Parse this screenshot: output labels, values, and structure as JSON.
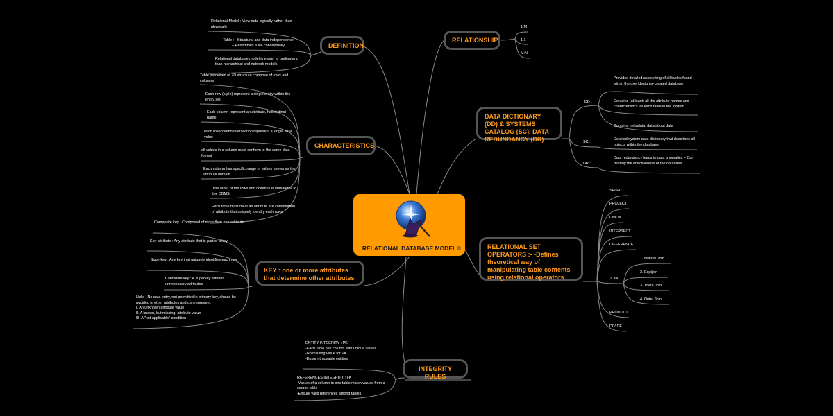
{
  "root": {
    "title": "RELATIONAL DATABASE MODEL",
    "note_icon": "note-icon",
    "logo": "wizard-hat-crystal-ball"
  },
  "topics": {
    "definition": "DEFINITION",
    "characteristics": "CHARACTERISTICS",
    "key": "KEY :  one or more attributes that determine other attributes",
    "integrity": "INTEGRITY RULES",
    "relationship": "RELATIONSHIP",
    "data_dictionary": "DATA DICTIONARY (DD) & SYSTEMS CATALOG (SC), DATA REDUNDANCY (DR)",
    "set_operators": "RELATIONAL SET OPERATORS :- -Defines theoretical way of manipulating table contents using relational operators"
  },
  "definition_items": [
    "Relational Model : View data logically rather than physically",
    "Table : - Structural and data independence\n– Resembles a file conceptually",
    "Relational database model is easier to understand than hierarchical and network models"
  ],
  "characteristics_items": [
    "Table perceived of 2D structure compose of rows and columns",
    "Each row (tuple) represent a single entity within the entity set",
    "Each column represent an attribute, has distinct name",
    "each row/column intersection represent a single data value",
    "all values in a column must conform to the same data format",
    "Each column has specific range of values known as the attribute domain",
    "The order of the rows and columns is immaterial to the DBMS",
    "Each table must have an attribute are combination of attribute that uniquely identify each rows"
  ],
  "key_items": [
    "Composite key : Composed of more than one attribute",
    "Key attribute : Any attribute that is part of a key",
    "Superkey : Any key that uniquely identifies each row",
    "Candidate key : A superkey without unnecessary attributes",
    "Nulls : No data entry, not permitted in primary key, should be avoided in other attributes and can represent:\nI. An unknown attribute value\nII. A known, but missing, attribute value\nIII. A \"not applicable\" condition"
  ],
  "integrity_items": [
    "ENTITY INTEGRITY : PK\n-Each table has column with unique values\n-No missing value for PK\n-Ensure traceable entities",
    "REFERENCES INTEGRITY : FK\n-Values of a column in one table match values from a source table\n-Ensure valid references among tables"
  ],
  "relationship_items": [
    "1:M",
    "1:1",
    "M:N"
  ],
  "dd": {
    "dd_label": "DD :",
    "sc_label": "SC :",
    "dr_label": "DR :",
    "dd_items": [
      "Provides detailed accounting of all tables found within the user/designer-created database",
      "Contains (at least) all the attribute names and characteristics for each table in the system",
      "Contains metadata: data about data"
    ],
    "sc_item": "Detailed system data dictionary that describes all objects within the database",
    "dr_item": "Data redundancy leads to data anomalies – Can destroy the effectiveness of the database"
  },
  "set_ops": {
    "items": [
      "SELECT",
      "PROJECT",
      "UNION",
      "INTERSECT",
      "DIFFERENCE",
      "JOIN",
      "PRODUCT",
      "DIVIDE"
    ],
    "join_items": [
      "1. Natural Join",
      "2. Equijoin",
      "3. Theta Join",
      "4. Outer Join"
    ]
  },
  "colors": {
    "accent": "#ff9a1e",
    "root": "#ff9a00",
    "line": "#8a8a8a",
    "background": "#000000"
  }
}
